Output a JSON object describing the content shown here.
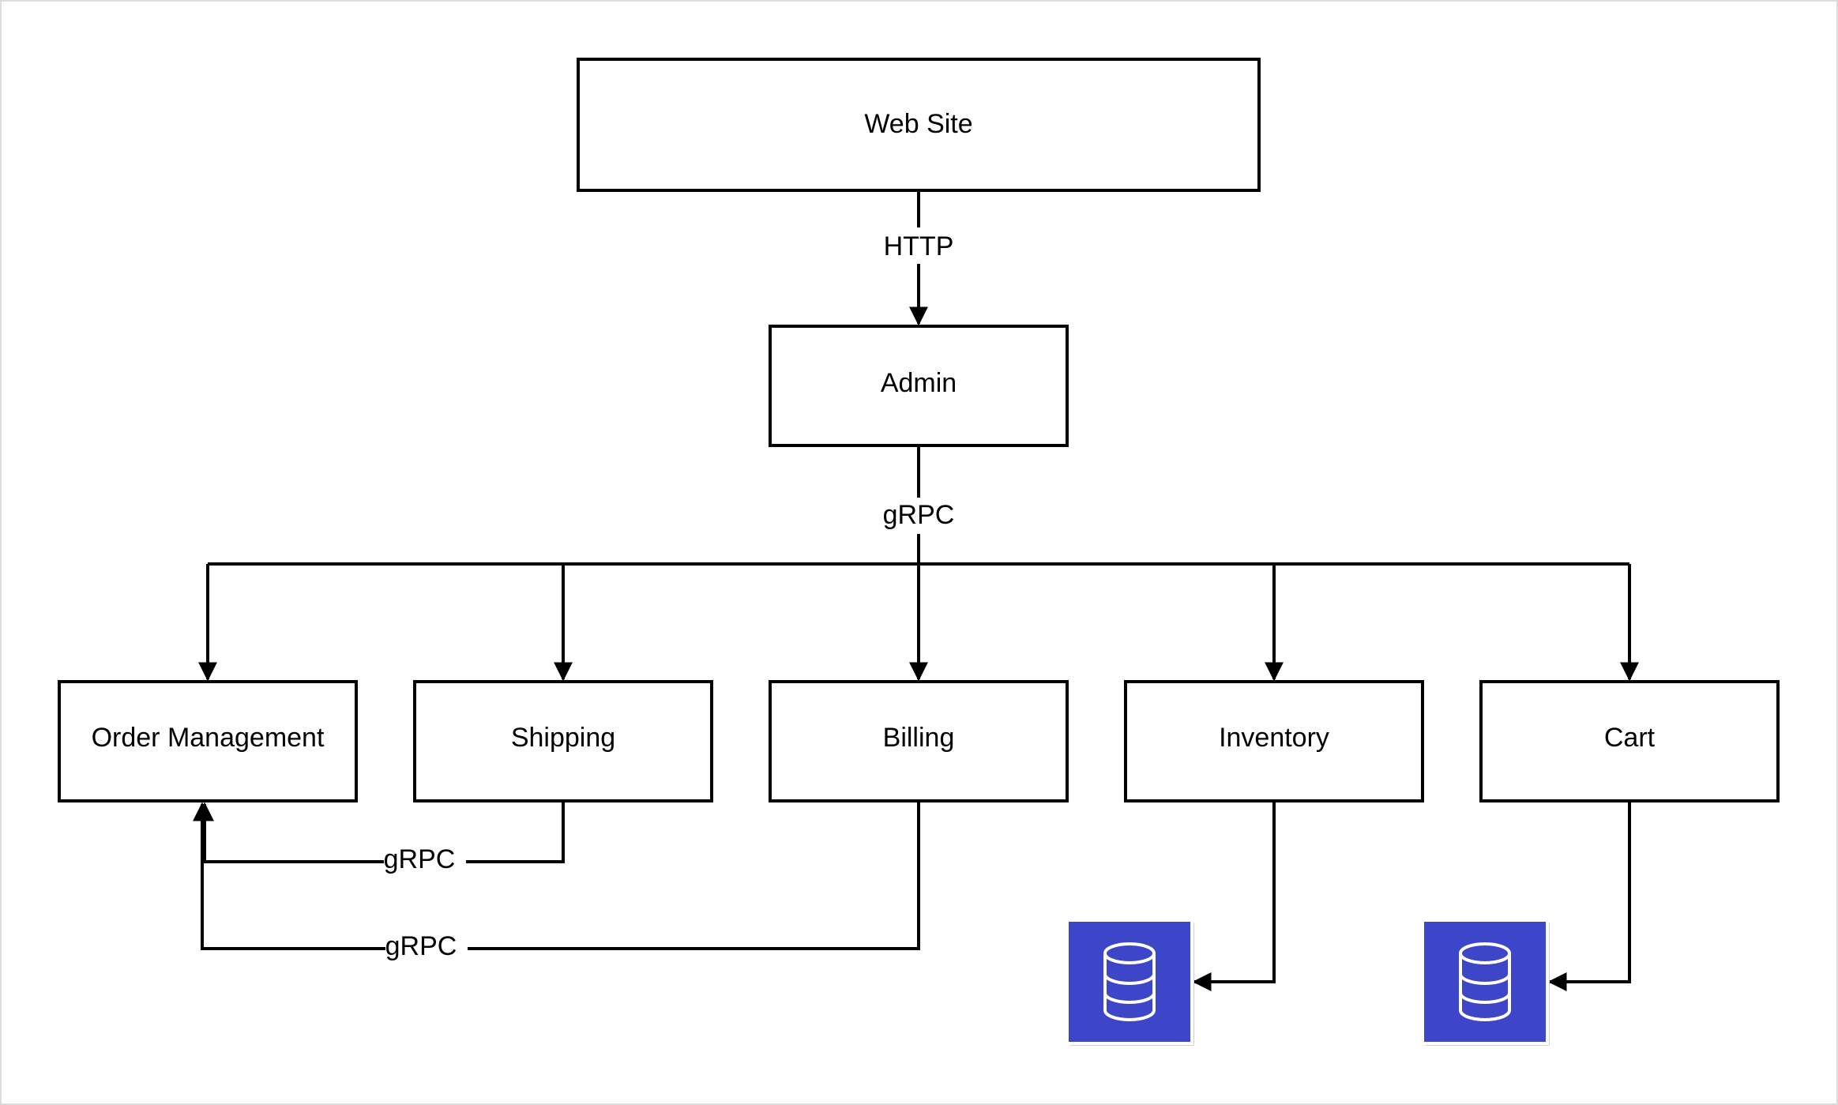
{
  "nodes": {
    "website": {
      "label": "Web Site"
    },
    "admin": {
      "label": "Admin"
    },
    "order_management": {
      "label": "Order Management"
    },
    "shipping": {
      "label": "Shipping"
    },
    "billing": {
      "label": "Billing"
    },
    "inventory": {
      "label": "Inventory"
    },
    "cart": {
      "label": "Cart"
    }
  },
  "edges": {
    "website_admin": {
      "label": "HTTP"
    },
    "admin_services": {
      "label": "gRPC"
    },
    "shipping_order": {
      "label": "gRPC"
    },
    "billing_order": {
      "label": "gRPC"
    }
  },
  "databases": [
    {
      "icon": "database-icon",
      "color": "#3d46c9"
    },
    {
      "icon": "database-icon",
      "color": "#3d46c9"
    }
  ]
}
